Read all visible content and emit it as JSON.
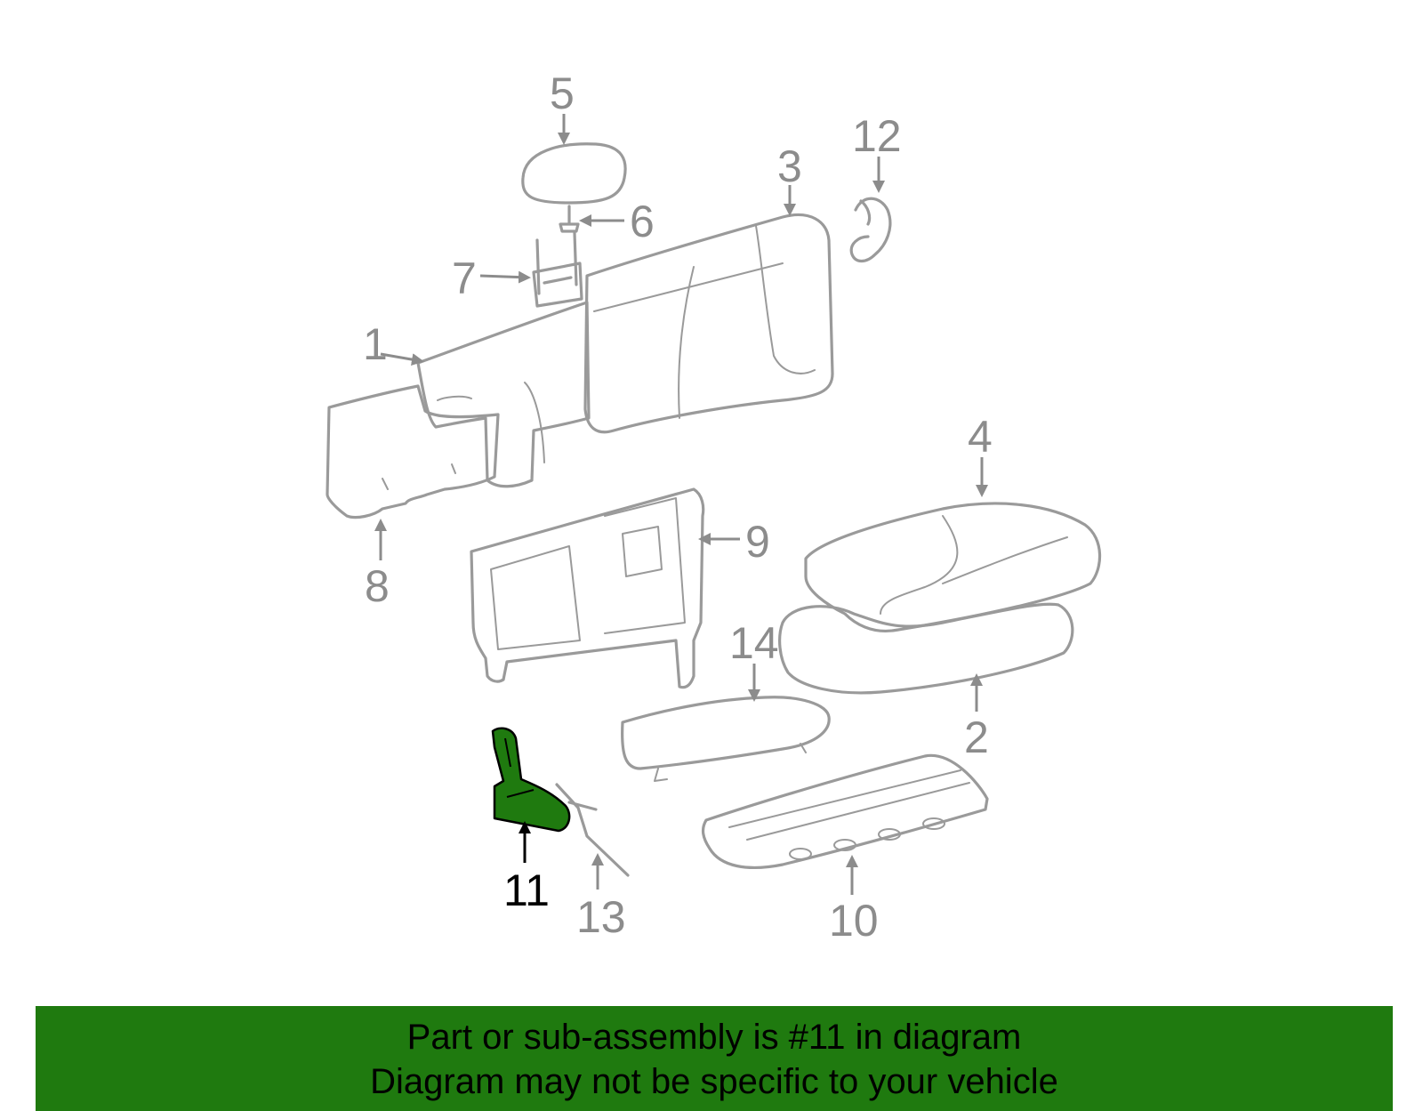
{
  "diagram": {
    "callouts": [
      {
        "id": "1",
        "label": "1"
      },
      {
        "id": "2",
        "label": "2"
      },
      {
        "id": "3",
        "label": "3"
      },
      {
        "id": "4",
        "label": "4"
      },
      {
        "id": "5",
        "label": "5"
      },
      {
        "id": "6",
        "label": "6"
      },
      {
        "id": "7",
        "label": "7"
      },
      {
        "id": "8",
        "label": "8"
      },
      {
        "id": "9",
        "label": "9"
      },
      {
        "id": "10",
        "label": "10"
      },
      {
        "id": "11",
        "label": "11"
      },
      {
        "id": "12",
        "label": "12"
      },
      {
        "id": "13",
        "label": "13"
      },
      {
        "id": "14",
        "label": "14"
      }
    ],
    "highlighted_part": "11",
    "highlight_color": "#1f7a0f",
    "line_color": "#9a9a9a",
    "label_color": "#8c8c8c"
  },
  "footer": {
    "line1": "Part or sub-assembly is #11 in diagram",
    "line2": "Diagram may not be specific to your vehicle",
    "background_color": "#1f7a0f"
  }
}
